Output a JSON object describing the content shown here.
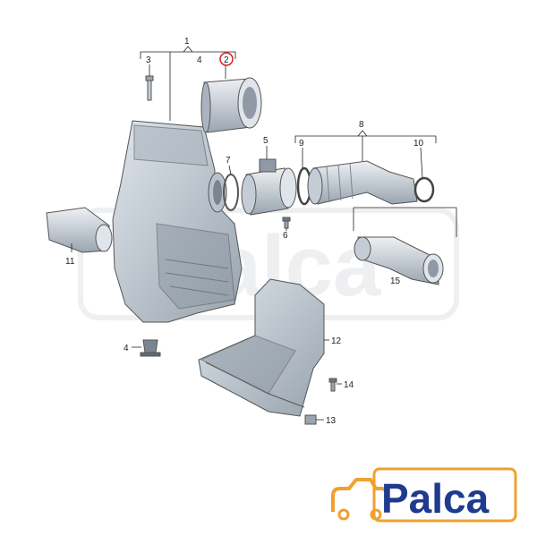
{
  "labels": {
    "n1": "1",
    "n2": "2",
    "n3": "3",
    "n4a": "4",
    "n4b": "4",
    "n5": "5",
    "n6": "6",
    "n7": "7",
    "n8": "8",
    "n9": "9",
    "n10": "10",
    "n11": "11",
    "n12": "12",
    "n13": "13",
    "n14": "14",
    "n15": "15"
  },
  "logo": {
    "text": "Palca",
    "icon": "car-icon"
  },
  "watermark": {
    "text": "Palca"
  },
  "colors": {
    "part_fill": "#c4cdd6",
    "part_dark": "#8f9aa6",
    "logo_blue": "#1f3a8f",
    "logo_orange": "#f0a030",
    "highlight": "#d81f26"
  }
}
